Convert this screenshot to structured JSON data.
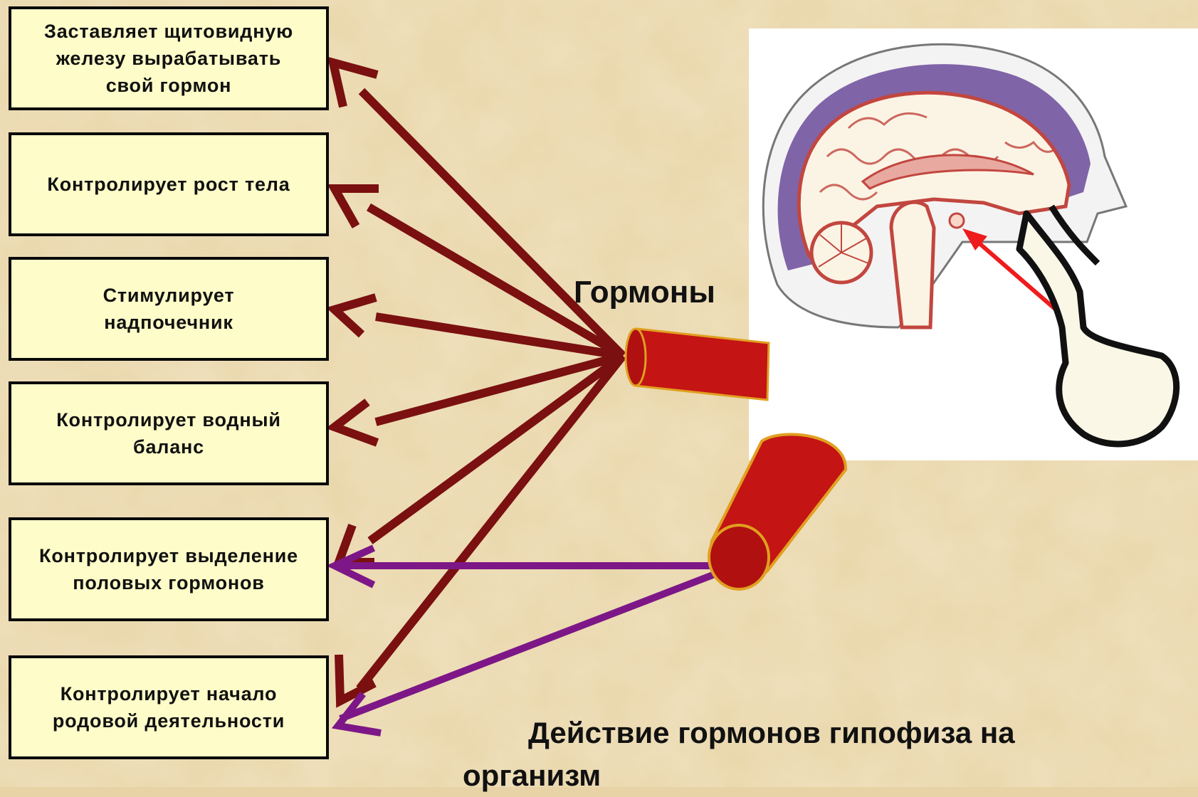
{
  "boxes": [
    {
      "text": "Заставляет щитовидную\nжелезу вырабатывать\nсвой гормон"
    },
    {
      "text": "Контролирует рост тела"
    },
    {
      "text": "Стимулирует\nнадпочечник"
    },
    {
      "text": "Контролирует водный\nбаланс"
    },
    {
      "text": "Контролирует выделение\nполовых гормонов"
    },
    {
      "text": "Контролирует начало\nродовой деятельности"
    }
  ],
  "hormones_label": "Гормоны",
  "caption": "Действие гормонов гипофиза на организм",
  "colors": {
    "background": "#e8d3a6",
    "box_fill": "#fefdc9",
    "anterior_arrows": "#7a1010",
    "posterior_arrows": "#7d1787",
    "gland_cylinder": "#c41414",
    "gland_outline": "#e0a020",
    "pointer_arrow": "#ee1c1c"
  }
}
